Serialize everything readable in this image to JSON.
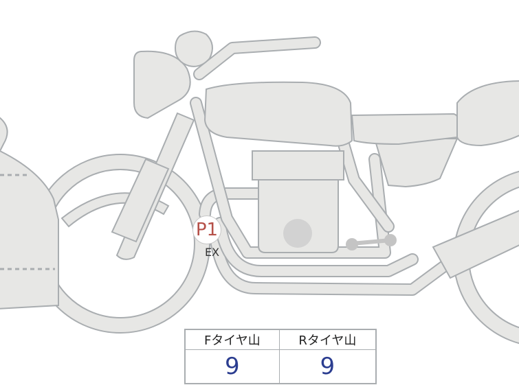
{
  "diagram": {
    "colors": {
      "body_fill": "#e7e7e5",
      "outline": "#a9adb0",
      "marker_text": "#b55048",
      "value_text": "#2b3d90"
    },
    "marker": {
      "id": "P1",
      "label": "EX"
    },
    "tread_table": {
      "headers": [
        "Fタイヤ山",
        "Rタイヤ山"
      ],
      "values": [
        "9",
        "9"
      ]
    }
  }
}
